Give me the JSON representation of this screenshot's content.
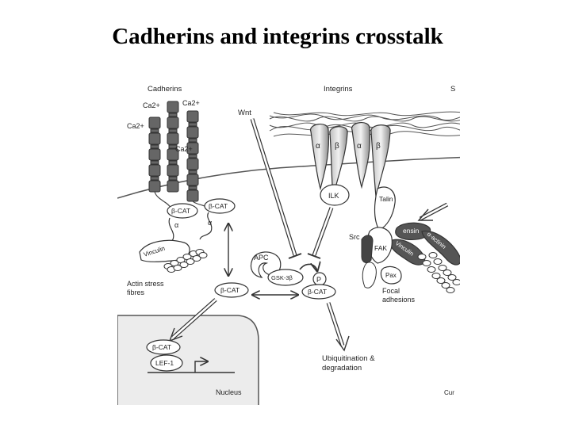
{
  "slide": {
    "title": "Cadherins and integrins crosstalk"
  },
  "diagram": {
    "labels": {
      "cadherins": "Cadherins",
      "integrins": "Integrins",
      "s_cut": "S",
      "wnt": "Wnt",
      "ca2_a": "Ca2+",
      "ca2_b": "Ca2+",
      "ca2_c": "Ca2+",
      "ca2_d": "Ca2+",
      "bcat_left": "β-CAT",
      "bcat_right": "β-CAT",
      "alpha_left": "α",
      "alpha_right": "α",
      "vinculin_left": "Vinculin",
      "actin_stress": "Actin stress",
      "fibres": "fibres",
      "apc": "APC",
      "gsk": "GSK-3β",
      "p": "P",
      "bcat_free": "β-CAT",
      "bcat_p": "β-CAT",
      "int_alpha1": "α",
      "int_beta1": "β",
      "int_alpha2": "α",
      "int_beta2": "β",
      "ilk": "ILK",
      "talin": "Talin",
      "src": "Src",
      "fak": "FAK",
      "pax": "Pax",
      "ensin": "ensin",
      "vinculin_right": "Vinculin",
      "alpha_actinin": "α-actinin",
      "focal": "Focal",
      "adhesions": "adhesions",
      "bcat_nucleus": "β-CAT",
      "lef1": "LEF-1",
      "nucleus": "Nucleus",
      "ubiq1": "Ubiquitination &",
      "ubiq2": "degradation",
      "cur_cut": "Cur"
    }
  }
}
